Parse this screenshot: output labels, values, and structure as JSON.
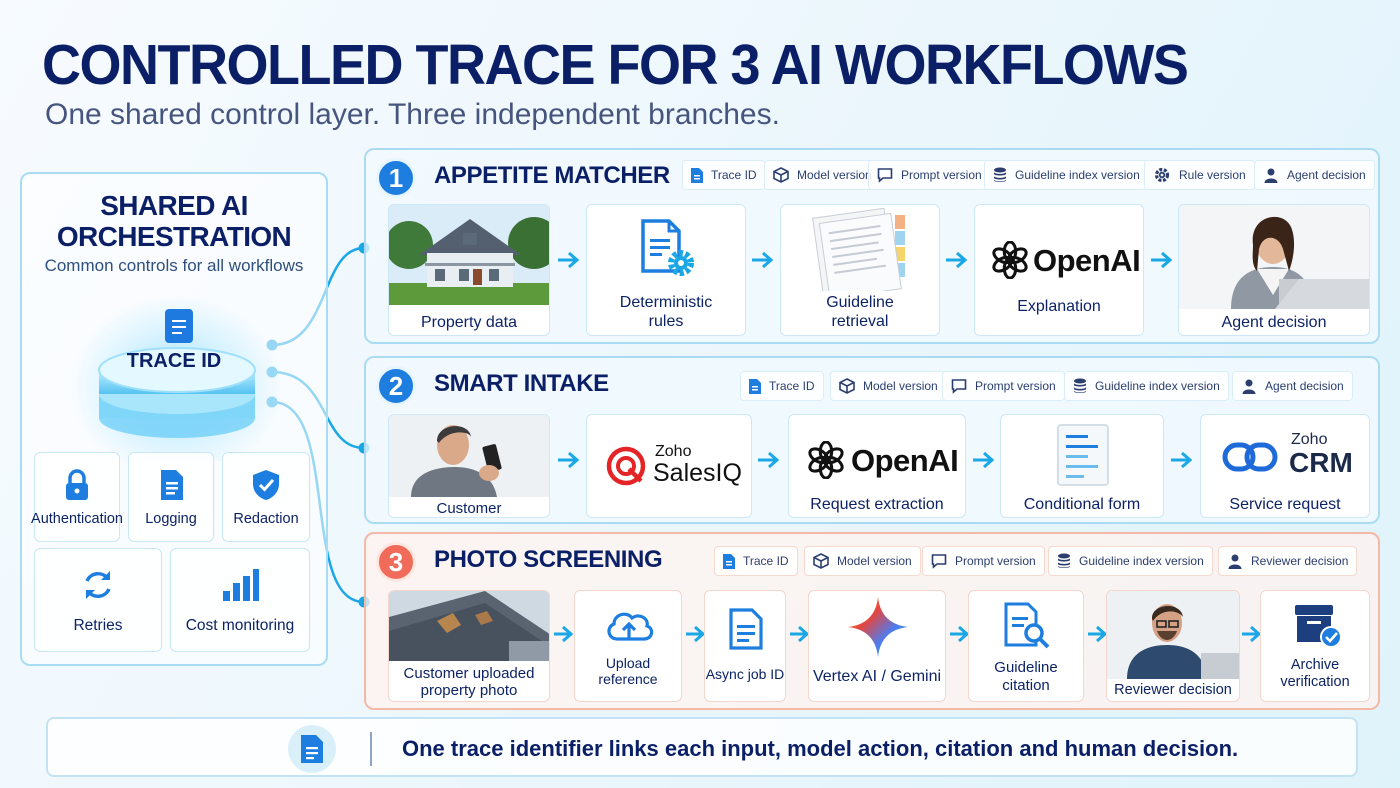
{
  "header": {
    "title": "CONTROLLED TRACE FOR 3 AI WORKFLOWS",
    "subtitle": "One shared control layer. Three independent branches."
  },
  "shared": {
    "title_line1": "SHARED AI",
    "title_line2": "ORCHESTRATION",
    "subtitle": "Common controls for all workflows",
    "trace_label": "TRACE ID",
    "controls": [
      "Authentication",
      "Logging",
      "Redaction",
      "Retries",
      "Cost monitoring"
    ]
  },
  "workflows": [
    {
      "number": "1",
      "title": "APPETITE MATCHER",
      "tags": [
        "Trace ID",
        "Model version",
        "Prompt version",
        "Guideline index version",
        "Rule version",
        "Agent decision"
      ],
      "steps": [
        {
          "label": "Property data",
          "icon": "house-photo"
        },
        {
          "label_line1": "Deterministic",
          "label_line2": "rules",
          "icon": "document-gear-icon"
        },
        {
          "label_line1": "Guideline",
          "label_line2": "retrieval",
          "icon": "papers-icon"
        },
        {
          "logo": "OpenAI",
          "label": "Explanation",
          "icon": "openai-logo"
        },
        {
          "label": "Agent decision",
          "icon": "woman-laptop-photo"
        }
      ]
    },
    {
      "number": "2",
      "title": "SMART INTAKE",
      "tags": [
        "Trace ID",
        "Model version",
        "Prompt version",
        "Guideline index version",
        "Agent decision"
      ],
      "steps": [
        {
          "label": "Customer",
          "icon": "man-phone-photo"
        },
        {
          "logo_top": "Zoho",
          "logo": "SalesIQ",
          "icon": "salesiq-logo"
        },
        {
          "logo": "OpenAI",
          "label": "Request extraction",
          "icon": "openai-logo"
        },
        {
          "label": "Conditional form",
          "icon": "form-icon"
        },
        {
          "logo_top": "Zoho",
          "logo": "CRM",
          "label": "Service request",
          "icon": "zoho-crm-logo"
        }
      ]
    },
    {
      "number": "3",
      "title": "PHOTO SCREENING",
      "tags": [
        "Trace ID",
        "Model version",
        "Prompt version",
        "Guideline index version",
        "Reviewer decision"
      ],
      "steps": [
        {
          "label_line1": "Customer uploaded",
          "label_line2": "property photo",
          "icon": "damaged-roof-photo"
        },
        {
          "label_line1": "Upload",
          "label_line2": "reference",
          "icon": "cloud-upload-icon"
        },
        {
          "label": "Async job ID",
          "icon": "document-icon"
        },
        {
          "label": "Vertex AI / Gemini",
          "icon": "gemini-star-icon"
        },
        {
          "label_line1": "Guideline",
          "label_line2": "citation",
          "icon": "document-search-icon"
        },
        {
          "label": "Reviewer decision",
          "icon": "reviewer-photo"
        },
        {
          "label_line1": "Archive",
          "label_line2": "verification",
          "icon": "archive-check-icon"
        }
      ]
    }
  ],
  "footer": {
    "text": "One trace identifier links each input, model action, citation and human decision."
  },
  "colors": {
    "navy": "#0b1f66",
    "blue": "#1d7ee0",
    "cyan": "#1aa7e6",
    "coral": "#f06b5a"
  }
}
